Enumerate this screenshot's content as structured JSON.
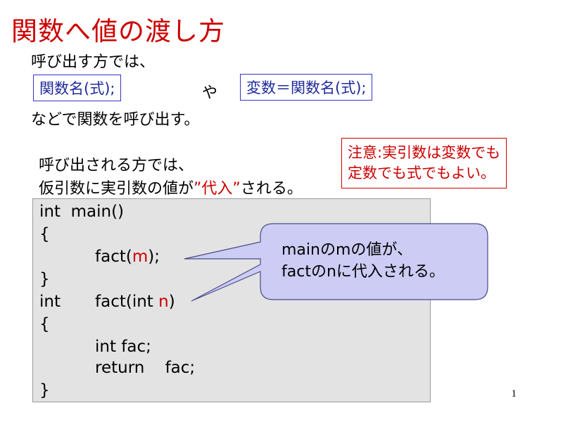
{
  "slide": {
    "title": "関数へ値の渡し方",
    "line1": "呼び出す方では、",
    "box1": "関数名(式);",
    "ya": "や",
    "box2": "変数＝関数名(式);",
    "line2": "などで関数を呼び出す。",
    "line3": "呼び出される方では、",
    "line4_pre": "仮引数に実引数の値が",
    "line4_red": "”代入”",
    "line4_post": "される。",
    "note_line1": "注意:実引数は変数でも",
    "note_line2": "定数でも式でもよい。",
    "page_number": "1"
  },
  "code": {
    "line1": "int  main()",
    "line2": "{",
    "line3_pre": "fact(",
    "line3_red": "m",
    "line3_post": ");",
    "line4": "}",
    "line5_kw": "int",
    "line5_pre": "fact(int ",
    "line5_red": "n",
    "line5_post": ")",
    "line6": "{",
    "line7": "int fac;",
    "line8": "return    fac;",
    "line9": "}"
  },
  "callout": {
    "line1": "mainのmの値が、",
    "line2": "factのnに代入される。"
  },
  "colors": {
    "title": "#cc0000",
    "box_border_blue": "#3333cc",
    "callout_fill": "#ccccf5",
    "code_bg": "#e3e3e3"
  }
}
